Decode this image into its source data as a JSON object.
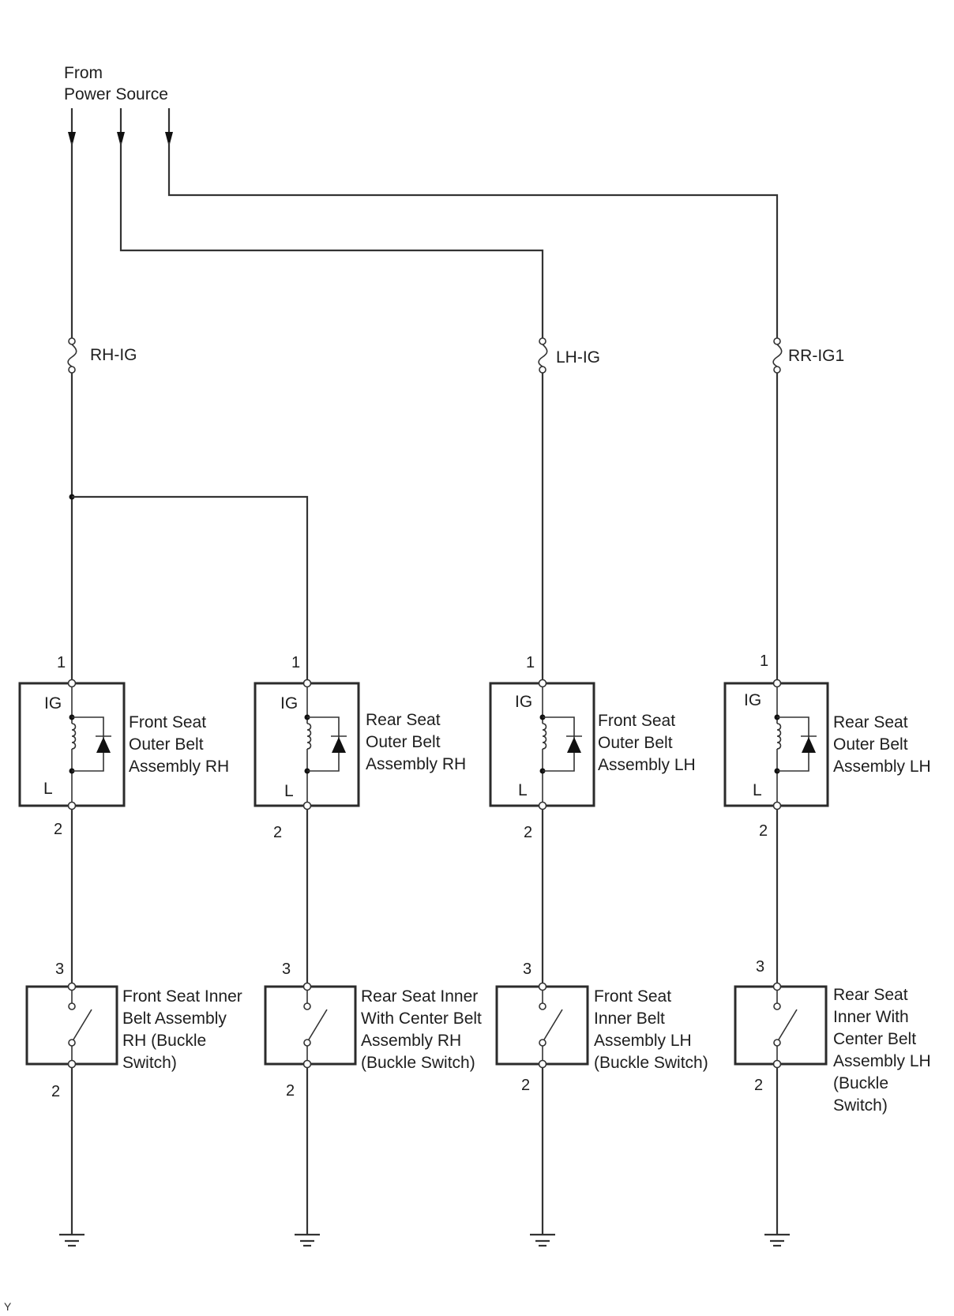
{
  "source": {
    "label_lines": [
      "From",
      "Power Source"
    ]
  },
  "fuses": [
    {
      "name": "RH-IG"
    },
    {
      "name": "LH-IG"
    },
    {
      "name": "RR-IG1"
    }
  ],
  "outer_belts": [
    {
      "pin_top": "1",
      "pin_bottom": "2",
      "terminal_top": "IG",
      "terminal_bottom": "L",
      "label_lines": [
        "Front Seat",
        "Outer Belt",
        "Assembly RH"
      ]
    },
    {
      "pin_top": "1",
      "pin_bottom": "2",
      "terminal_top": "IG",
      "terminal_bottom": "L",
      "label_lines": [
        "Rear Seat",
        "Outer Belt",
        "Assembly RH"
      ]
    },
    {
      "pin_top": "1",
      "pin_bottom": "2",
      "terminal_top": "IG",
      "terminal_bottom": "L",
      "label_lines": [
        "Front Seat",
        "Outer Belt",
        "Assembly LH"
      ]
    },
    {
      "pin_top": "1",
      "pin_bottom": "2",
      "terminal_top": "IG",
      "terminal_bottom": "L",
      "label_lines": [
        "Rear Seat",
        "Outer Belt",
        "Assembly LH"
      ]
    }
  ],
  "buckle_switches": [
    {
      "pin_top": "3",
      "pin_bottom": "2",
      "label_lines": [
        "Front Seat Inner",
        "Belt Assembly",
        "RH (Buckle",
        "Switch)"
      ]
    },
    {
      "pin_top": "3",
      "pin_bottom": "2",
      "label_lines": [
        "Rear Seat Inner",
        "With Center Belt",
        "Assembly RH",
        "(Buckle Switch)"
      ]
    },
    {
      "pin_top": "3",
      "pin_bottom": "2",
      "label_lines": [
        "Front Seat",
        "Inner Belt",
        "Assembly LH",
        "(Buckle Switch)"
      ]
    },
    {
      "pin_top": "3",
      "pin_bottom": "2",
      "label_lines": [
        "Rear Seat",
        "Inner With",
        "Center Belt",
        "Assembly LH",
        "(Buckle",
        "Switch)"
      ]
    }
  ],
  "footer": {
    "code": "Y"
  },
  "icons": {
    "fuse": "fuse-icon",
    "relay": "relay-coil-icon",
    "diode": "diode-icon",
    "switch": "switch-icon",
    "ground": "ground-icon",
    "arrow": "arrow-down-icon"
  }
}
